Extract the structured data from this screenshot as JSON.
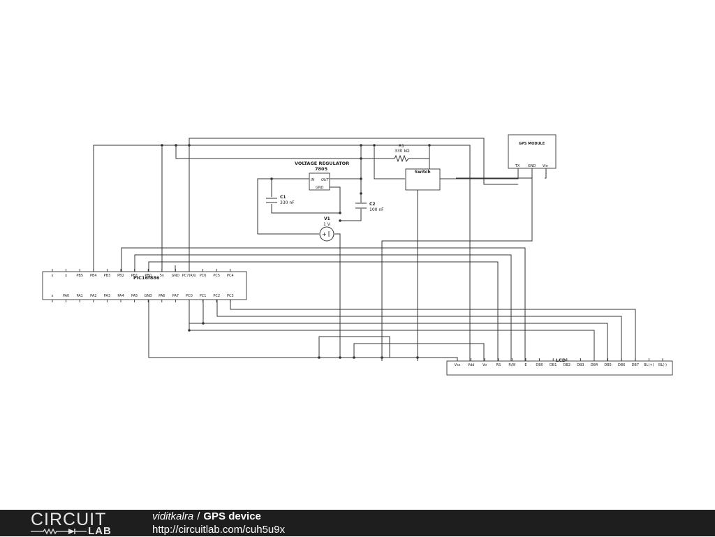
{
  "schematic": {
    "gps": {
      "title": "GPS MODULE",
      "pins": [
        "TX",
        "GND",
        "Vin"
      ]
    },
    "r1": {
      "name": "R1",
      "value": "330 kΩ"
    },
    "switch": {
      "label": "Switch"
    },
    "regulator": {
      "title": "VOLTAGE REGULATOR",
      "part": "7805",
      "in": "IN",
      "out": "OUT",
      "gnd": "GND"
    },
    "c1": {
      "name": "C1",
      "value": "330 nF"
    },
    "c2": {
      "name": "C2",
      "value": "100 nF"
    },
    "v1": {
      "name": "V1",
      "value": "1 V"
    },
    "mcu": {
      "name": "PIC16f886",
      "top_pins": [
        "x",
        "x",
        "PB5",
        "PB4",
        "PB3",
        "PB2",
        "PB1",
        "PB0",
        "5v",
        "GND",
        "PC7(RX)",
        "PC6",
        "PC5",
        "PC4"
      ],
      "bottom_pins": [
        "x",
        "PA0",
        "PA1",
        "PA2",
        "PA3",
        "PA4",
        "PA5",
        "GND",
        "PA6",
        "PA7",
        "PC0",
        "PC1",
        "PC2",
        "PC3"
      ]
    },
    "lcd": {
      "name": "LCD",
      "pins": [
        "Vss",
        "Vdd",
        "Vo",
        "RS",
        "R/W",
        "E",
        "DB0",
        "DB1",
        "DB2",
        "DB3",
        "DB4",
        "DB5",
        "DB6",
        "DB7",
        "BL(+)",
        "BL(-)"
      ]
    }
  },
  "footer": {
    "logo_top": "CIRCUIT",
    "logo_bottom": "LAB",
    "author": "viditkalra",
    "separator": "/",
    "title": "GPS device",
    "url": "http://circuitlab.com/cuh5u9x"
  }
}
